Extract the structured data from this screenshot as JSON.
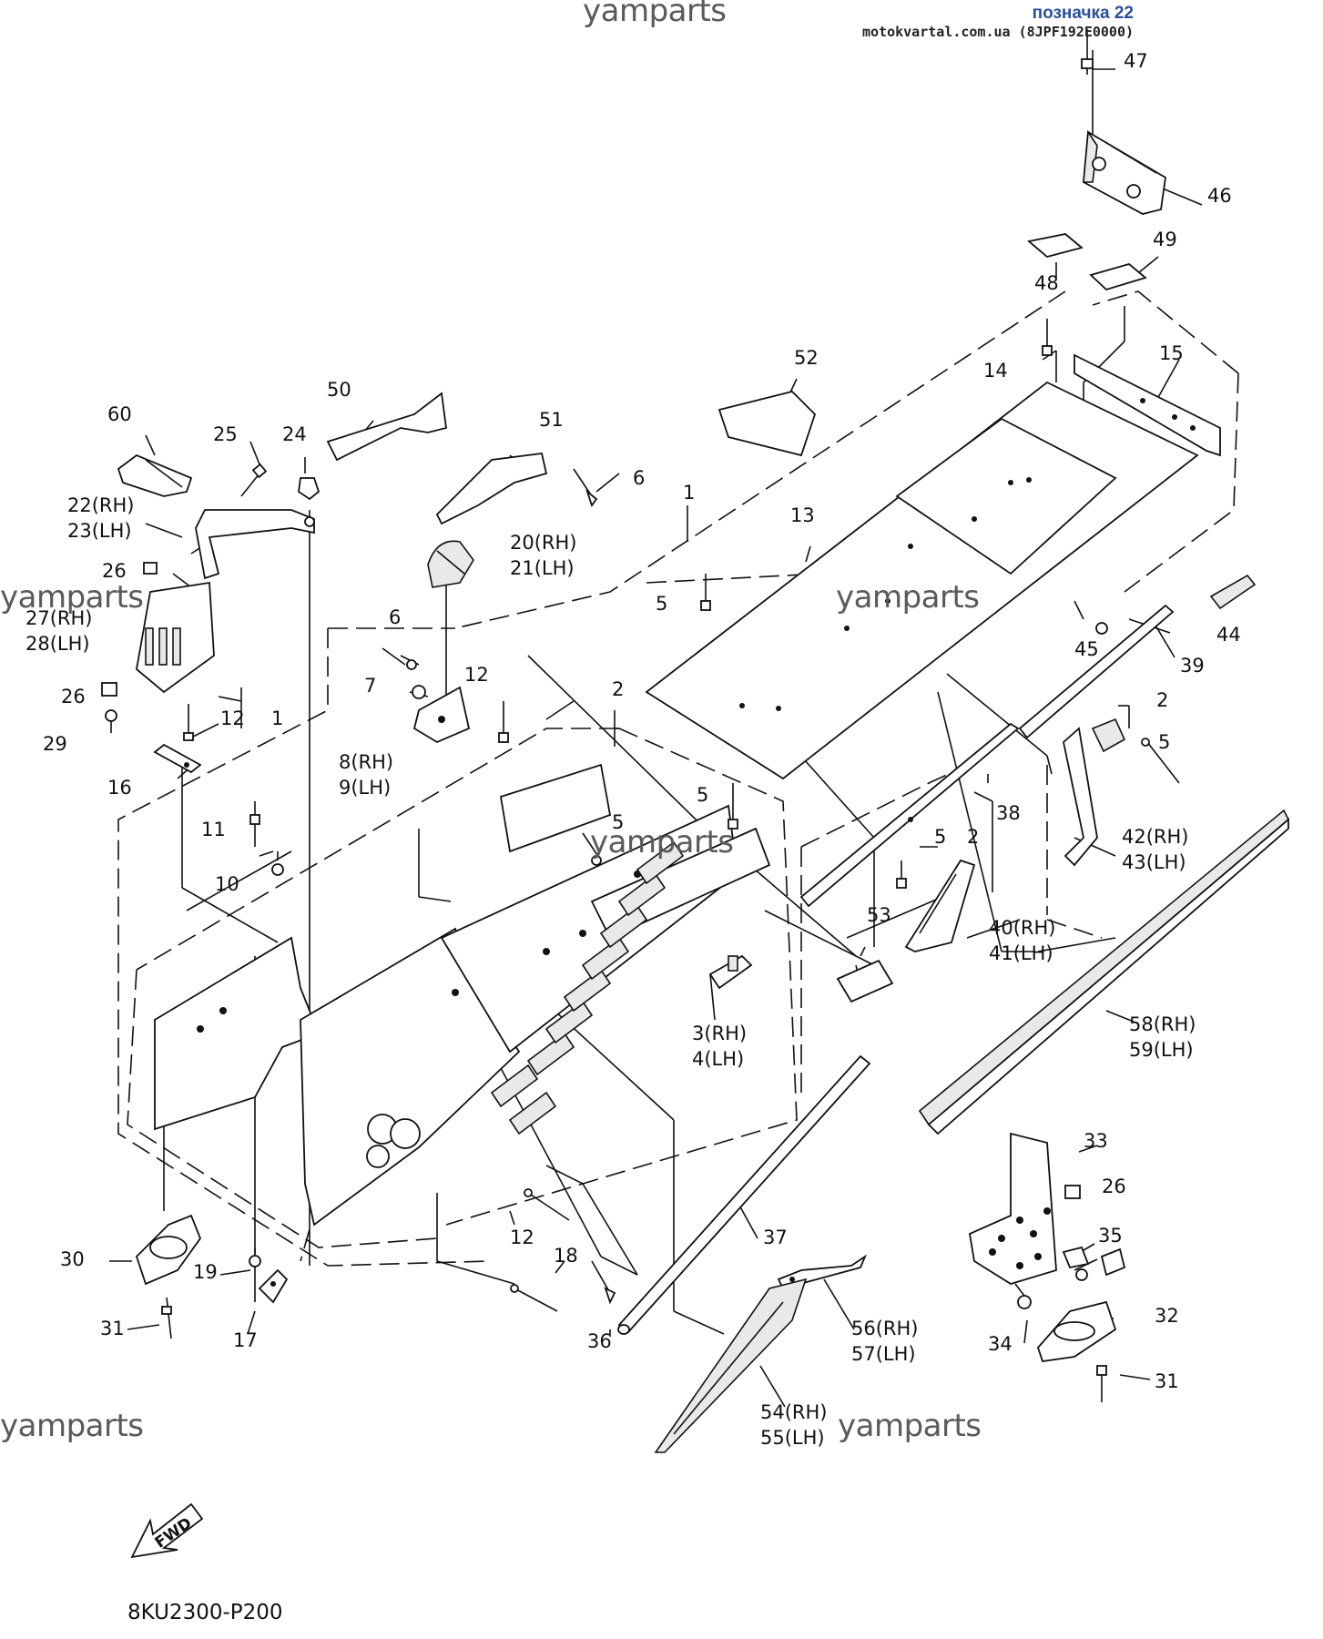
{
  "header": {
    "watermark_top": "yamparts",
    "link_label": "позначка 22",
    "source": "motokvartal.com.ua (8JPF192E0000)"
  },
  "watermarks": [
    "yamparts",
    "yamparts",
    "yamparts",
    "yamparts",
    "yamparts",
    "yamparts"
  ],
  "callouts": [
    {
      "label": "47"
    },
    {
      "label": "46"
    },
    {
      "label": "48"
    },
    {
      "label": "49"
    },
    {
      "label": "14"
    },
    {
      "label": "15"
    },
    {
      "label": "52"
    },
    {
      "label": "50"
    },
    {
      "label": "51"
    },
    {
      "label": "60"
    },
    {
      "label": "25"
    },
    {
      "label": "24"
    },
    {
      "label": "6"
    },
    {
      "label": "1"
    },
    {
      "label": "13"
    },
    {
      "label": "22(RH)"
    },
    {
      "label": "23(LH)"
    },
    {
      "label": "20(RH)"
    },
    {
      "label": "21(LH)"
    },
    {
      "label": "26"
    },
    {
      "label": "5"
    },
    {
      "label": "44"
    },
    {
      "label": "27(RH)"
    },
    {
      "label": "28(LH)"
    },
    {
      "label": "45"
    },
    {
      "label": "39"
    },
    {
      "label": "6"
    },
    {
      "label": "12"
    },
    {
      "label": "2"
    },
    {
      "label": "7"
    },
    {
      "label": "26"
    },
    {
      "label": "12"
    },
    {
      "label": "1"
    },
    {
      "label": "2"
    },
    {
      "label": "5"
    },
    {
      "label": "29"
    },
    {
      "label": "8(RH)"
    },
    {
      "label": "9(LH)"
    },
    {
      "label": "16"
    },
    {
      "label": "5"
    },
    {
      "label": "38"
    },
    {
      "label": "11"
    },
    {
      "label": "5"
    },
    {
      "label": "5"
    },
    {
      "label": "2"
    },
    {
      "label": "42(RH)"
    },
    {
      "label": "43(LH)"
    },
    {
      "label": "10"
    },
    {
      "label": "53"
    },
    {
      "label": "40(RH)"
    },
    {
      "label": "41(LH)"
    },
    {
      "label": "3(RH)"
    },
    {
      "label": "4(LH)"
    },
    {
      "label": "58(RH)"
    },
    {
      "label": "59(LH)"
    },
    {
      "label": "33"
    },
    {
      "label": "26"
    },
    {
      "label": "35"
    },
    {
      "label": "30"
    },
    {
      "label": "12"
    },
    {
      "label": "37"
    },
    {
      "label": "19"
    },
    {
      "label": "18"
    },
    {
      "label": "32"
    },
    {
      "label": "31"
    },
    {
      "label": "36"
    },
    {
      "label": "56(RH)"
    },
    {
      "label": "57(LH)"
    },
    {
      "label": "34"
    },
    {
      "label": "17"
    },
    {
      "label": "31"
    },
    {
      "label": "54(RH)"
    },
    {
      "label": "55(LH)"
    }
  ],
  "fwd_label": "FWD",
  "plate_id": "8KU2300-P200"
}
